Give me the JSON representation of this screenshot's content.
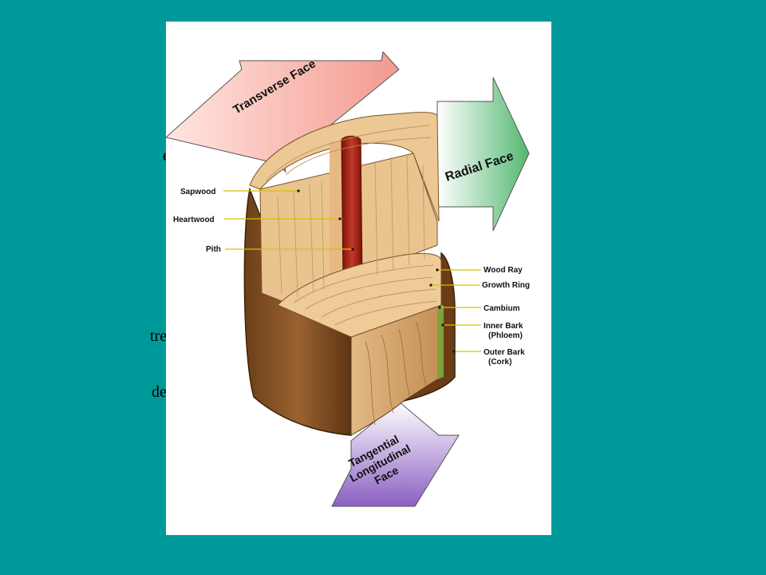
{
  "background_color": "#009999",
  "slide_fragments": [
    "e",
    "tree",
    "de"
  ],
  "arrows": {
    "transverse": "Transverse Face",
    "radial": "Radial Face",
    "tangential": [
      "Tangential",
      "Longitudinal",
      "Face"
    ]
  },
  "labels_left": [
    "Sapwood",
    "Heartwood",
    "Pith"
  ],
  "labels_right": {
    "wood_ray": "Wood Ray",
    "growth_ring": "Growth Ring",
    "cambium": "Cambium",
    "inner_bark": [
      "Inner Bark",
      "(Phloem)"
    ],
    "outer_bark": [
      "Outer Bark",
      "(Cork)"
    ]
  }
}
